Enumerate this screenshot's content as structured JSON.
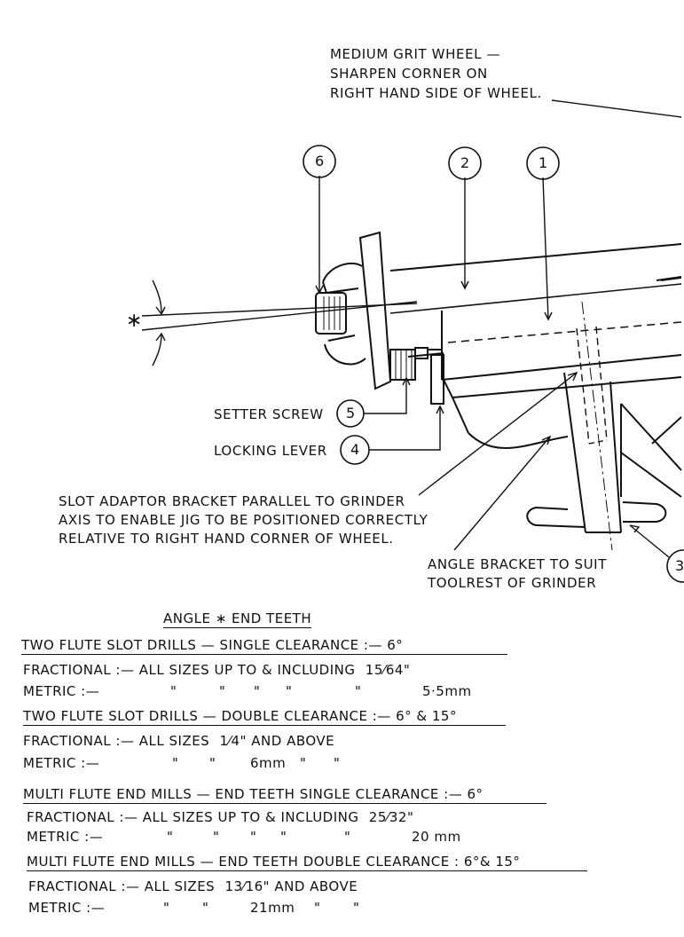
{
  "labels": {
    "wheel_note": [
      "MEDIUM GRIT WHEEL —",
      "SHARPEN CORNER ON",
      "RIGHT HAND SIDE OF WHEEL."
    ],
    "setter_screw": "SETTER SCREW",
    "locking_lever": "LOCKING LEVER",
    "slot_note": [
      "SLOT ADAPTOR BRACKET PARALLEL TO GRINDER",
      "AXIS TO ENABLE JIG TO BE POSITIONED CORRECTLY",
      "RELATIVE TO RIGHT HAND CORNER OF WHEEL."
    ],
    "angle_bracket_note": [
      "ANGLE BRACKET TO SUIT",
      "TOOLREST OF GRINDER"
    ],
    "angle_symbol": "∗"
  },
  "callouts": {
    "c6": "6",
    "c2": "2",
    "c1": "1",
    "c5": "5",
    "c4": "4",
    "c3": "3"
  },
  "table": {
    "title": "ANGLE ∗ END TEETH",
    "ditto": "\"",
    "sections": [
      {
        "heading": "TWO FLUTE SLOT DRILLS — SINGLE CLEARANCE :— 6°",
        "fractional": "FRACTIONAL :— ALL SIZES UP TO & INCLUDING",
        "fraction": "15⁄64\"",
        "metric_label": "METRIC :—",
        "metric_value": "5·5mm"
      },
      {
        "heading": "TWO FLUTE SLOT DRILLS — DOUBLE CLEARANCE :— 6° & 15°",
        "fractional": "FRACTIONAL :— ALL SIZES",
        "fraction": "1⁄4\"",
        "fractional_suffix": "AND ABOVE",
        "metric_label": "METRIC :—",
        "metric_value": "6mm"
      },
      {
        "heading": "MULTI FLUTE END MILLS — END TEETH SINGLE CLEARANCE :— 6°",
        "fractional": "FRACTIONAL :— ALL SIZES UP TO & INCLUDING",
        "fraction": "25⁄32\"",
        "metric_label": "METRIC :—",
        "metric_value": "20 mm"
      },
      {
        "heading": "MULTI FLUTE END MILLS — END TEETH DOUBLE CLEARANCE :  6°& 15°",
        "fractional": "FRACTIONAL :— ALL SIZES",
        "fraction": "13⁄16\"",
        "fractional_suffix": "AND ABOVE",
        "metric_label": "METRIC :—",
        "metric_value": "21mm"
      }
    ]
  }
}
